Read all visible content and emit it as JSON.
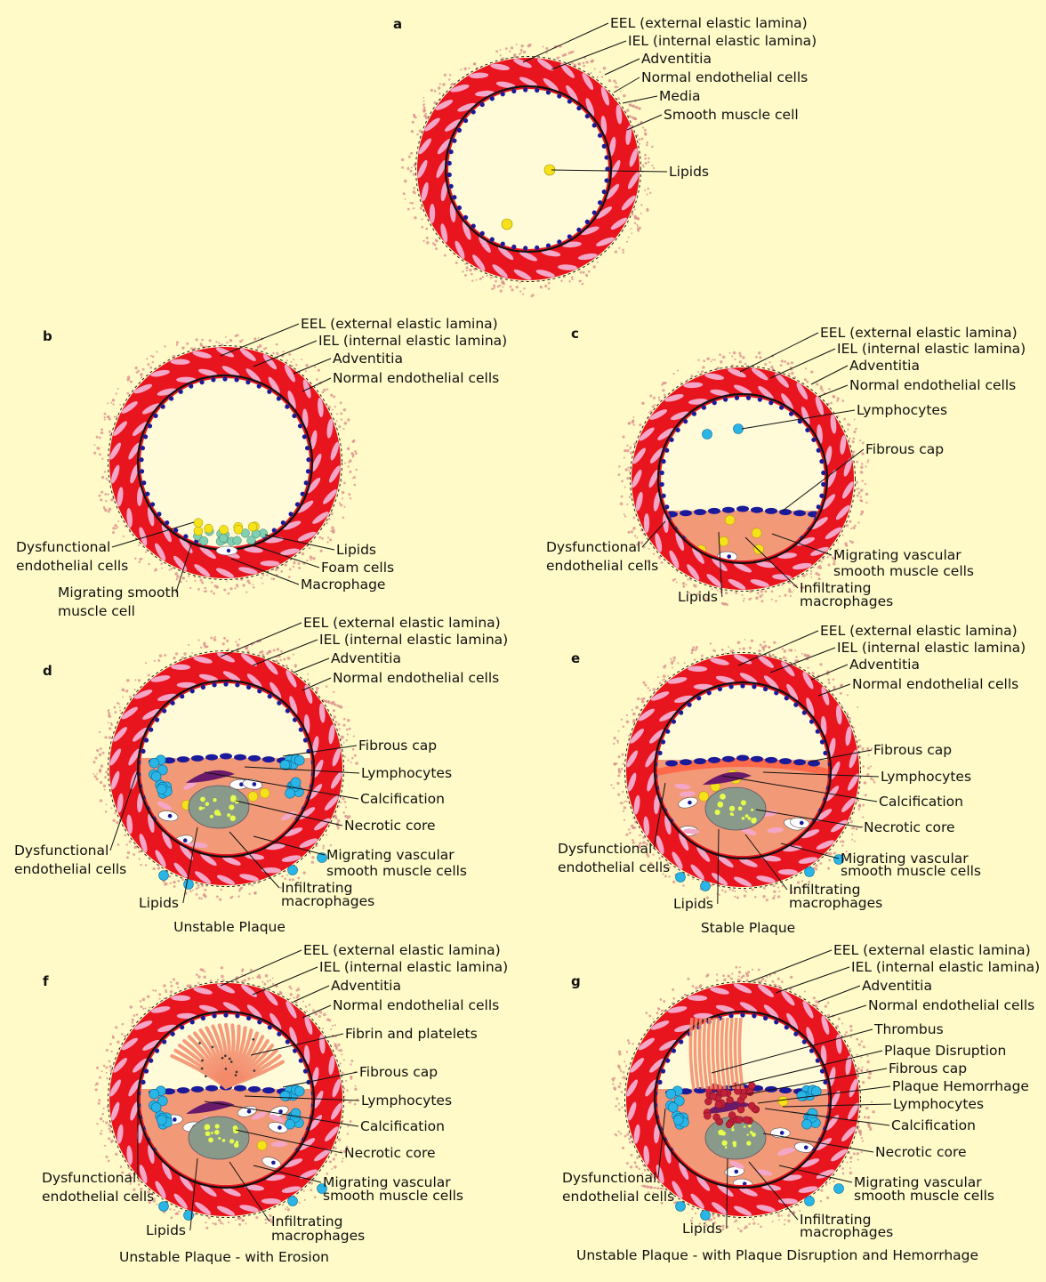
{
  "colors": {
    "background": "#fffac8",
    "media": "#e8141e",
    "smooth_muscle": "#f4a6c8",
    "adventitia_dots": "#d98a8a",
    "endothelial": "#1a1a9a",
    "lumen": "#fffad8",
    "lipid": "#f5e21a",
    "plaque": "#f29a78",
    "fibrous_cap": "#ff6a4a",
    "lymphocyte": "#29b6e6",
    "necrotic_core": "#8a9a8a",
    "calcification": "#e6ff4a",
    "thrombus": "#f28a6a",
    "hemorrhage": "#c0203a"
  },
  "panels": [
    {
      "id": "a",
      "letter": "a",
      "caption": "",
      "labels": [
        "EEL (external elastic lamina)",
        "IEL (internal elastic lamina)",
        "Adventitia",
        "Normal endothelial cells",
        "Media",
        "Smooth muscle cell",
        "Lipids"
      ]
    },
    {
      "id": "b",
      "letter": "b",
      "caption": "",
      "labels": [
        "EEL (external elastic lamina)",
        "IEL (internal elastic lamina)",
        "Adventitia",
        "Normal endothelial cells",
        "Dysfunctional",
        "endothelial cells",
        "Lipids",
        "Foam cells",
        "Macrophage",
        "Migrating smooth",
        "muscle cell"
      ]
    },
    {
      "id": "c",
      "letter": "c",
      "caption": "",
      "labels": [
        "EEL (external elastic lamina)",
        "IEL (internal elastic lamina)",
        "Adventitia",
        "Normal endothelial cells",
        "Lymphocytes",
        "Fibrous cap",
        "Dysfunctional",
        "endothelial cells",
        "Migrating vascular",
        "smooth muscle cells",
        "Lipids",
        "Infiltrating",
        "macrophages"
      ]
    },
    {
      "id": "d",
      "letter": "d",
      "caption": "Unstable Plaque",
      "labels": [
        "EEL (external elastic lamina)",
        "IEL (internal elastic lamina)",
        "Adventitia",
        "Normal endothelial cells",
        "Fibrous cap",
        "Lymphocytes",
        "Calcification",
        "Necrotic core",
        "Dysfunctional",
        "endothelial cells",
        "Migrating vascular",
        "smooth muscle cells",
        "Lipids",
        "Infiltrating",
        "macrophages"
      ]
    },
    {
      "id": "e",
      "letter": "e",
      "caption": "Stable Plaque",
      "labels": [
        "EEL (external elastic lamina)",
        "IEL (internal elastic lamina)",
        "Adventitia",
        "Normal endothelial cells",
        "Fibrous cap",
        "Lymphocytes",
        "Calcification",
        "Necrotic core",
        "Dysfunctional",
        "endothelial cells",
        "Migrating vascular",
        "smooth muscle cells",
        "Lipids",
        "Infiltrating",
        "macrophages"
      ]
    },
    {
      "id": "f",
      "letter": "f",
      "caption": "Unstable Plaque - with Erosion",
      "labels": [
        "EEL (external elastic lamina)",
        "IEL (internal elastic lamina)",
        "Adventitia",
        "Normal endothelial cells",
        "Fibrin and platelets",
        "Fibrous cap",
        "Lymphocytes",
        "Calcification",
        "Necrotic core",
        "Dysfunctional",
        "endothelial cells",
        "Migrating vascular",
        "smooth muscle cells",
        "Lipids",
        "Infiltrating",
        "macrophages"
      ]
    },
    {
      "id": "g",
      "letter": "g",
      "caption": "Unstable Plaque - with Plaque Disruption and Hemorrhage",
      "labels": [
        "EEL (external elastic lamina)",
        "IEL (internal elastic lamina)",
        "Adventitia",
        "Normal endothelial cells",
        "Thrombus",
        "Plaque Disruption",
        "Fibrous cap",
        "Plaque Hemorrhage",
        "Lymphocytes",
        "Calcification",
        "Necrotic core",
        "Dysfunctional",
        "endothelial cells",
        "Migrating vascular",
        "smooth muscle cells",
        "Lipids",
        "Infiltrating",
        "macrophages"
      ]
    }
  ]
}
